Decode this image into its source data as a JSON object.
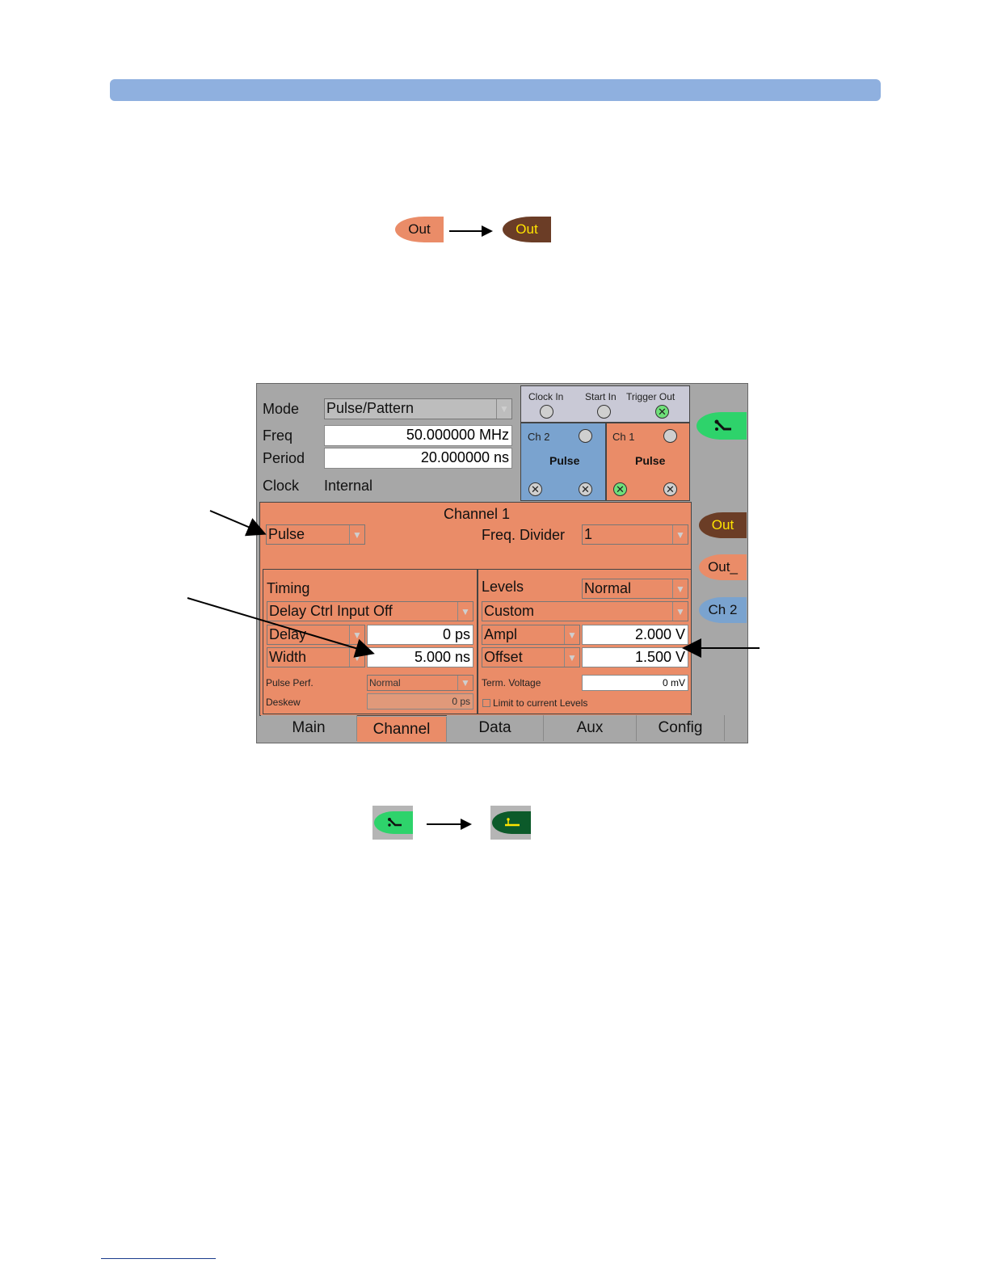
{
  "top_buttons": {
    "out_off_label": "Out",
    "out_on_label": "Out"
  },
  "screen": {
    "mode_label": "Mode",
    "mode_value": "Pulse/Pattern",
    "freq_label": "Freq",
    "freq_value": "50.000000 MHz",
    "period_label": "Period",
    "period_value": "20.000000 ns",
    "clock_label": "Clock",
    "clock_value": "Internal",
    "io": {
      "clock_in": "Clock In",
      "start_in": "Start In",
      "trigger_out": "Trigger Out"
    },
    "ch2": {
      "label": "Ch 2",
      "mode": "Pulse"
    },
    "ch1": {
      "label": "Ch 1",
      "mode": "Pulse"
    },
    "channel_title": "Channel 1",
    "signal_type": "Pulse",
    "freq_divider_label": "Freq. Divider",
    "freq_divider_value": "1",
    "timing": {
      "title": "Timing",
      "delay_ctrl": "Delay Ctrl Input Off",
      "delay_label": "Delay",
      "delay_value": "0 ps",
      "width_label": "Width",
      "width_value": "5.000 ns",
      "pulse_perf_label": "Pulse Perf.",
      "pulse_perf_value": "Normal",
      "deskew_label": "Deskew",
      "deskew_value": "0 ps"
    },
    "levels": {
      "title": "Levels",
      "levels_mode": "Normal",
      "custom": "Custom",
      "ampl_label": "Ampl",
      "ampl_value": "2.000 V",
      "offset_label": "Offset",
      "offset_value": "1.500 V",
      "term_voltage_label": "Term. Voltage",
      "term_voltage_value": "0 mV",
      "limit_label": "Limit to current Levels"
    },
    "side": {
      "out": "Out",
      "out_bar": "Out_",
      "ch2": "Ch 2"
    },
    "tabs": [
      "Main",
      "Channel",
      "Data",
      "Aux",
      "Config"
    ]
  },
  "colors": {
    "salmon": "#ea8c68",
    "blue": "#7aa3cf",
    "green": "#2ed36b",
    "dark_brown": "#6b3d26"
  }
}
